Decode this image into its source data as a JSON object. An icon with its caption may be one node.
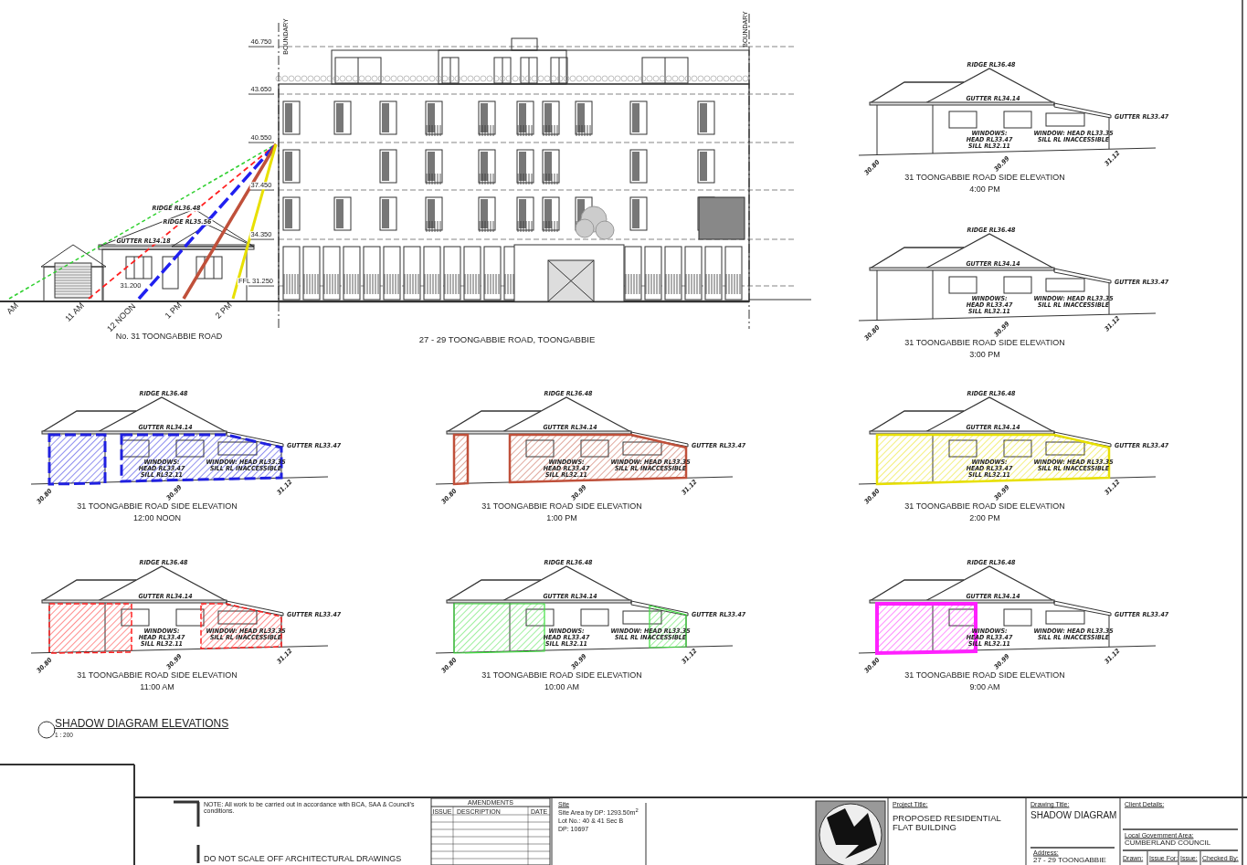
{
  "diagram": {
    "title": "SHADOW DIAGRAM ELEVATIONS",
    "labels": [
      "BOUNDARY",
      "BOUNDARY",
      "46.750",
      "43.650",
      "40.550",
      "37.450",
      "34.350",
      "FFL 31.250",
      "RIDGE RL36.48",
      "RIDGE RL35.56",
      "GUTTER RL34.18",
      "31.200",
      "AM",
      "11 AM",
      "12 NOON",
      "1 PM",
      "2 PM",
      "No. 31 TOONGABBIE ROAD",
      "27 - 29 TOONGABBIE ROAD, TOONGABBIE",
      "RIDGE RL36.48",
      "GUTTER RL34.14",
      "GUTTER RL33.47",
      "WINDOWS: HEAD RL33.47 SILL RL32.11",
      "WINDOW: HEAD RL33.35 SILL RL INACCESSIBLE",
      "30.80",
      "30.99",
      "31.12",
      "31 TOONGABBIE ROAD SIDE ELEVATION",
      "4:00 PM",
      "RIDGE RL36.48",
      "GUTTER RL34.14",
      "GUTTER RL33.47",
      "WINDOWS: HEAD RL33.47 SILL RL32.11",
      "WINDOW: HEAD RL33.35 SILL RL INACCESSIBLE",
      "30.80",
      "30.99",
      "31.12",
      "31 TOONGABBIE ROAD SIDE ELEVATION",
      "3:00 PM",
      "RIDGE RL36.48",
      "GUTTER RL34.14",
      "GUTTER RL33.47",
      "WINDOWS: HEAD RL33.47 SILL RL32.11",
      "WINDOW: HEAD RL33.35 SILL RL INACCESSIBLE",
      "30.80",
      "30.99",
      "31.12",
      "31 TOONGABBIE ROAD SIDE ELEVATION",
      "12:00 NOON",
      "RIDGE RL36.48",
      "GUTTER RL34.14",
      "GUTTER RL33.47",
      "WINDOWS: HEAD RL33.47 SILL RL32.11",
      "WINDOW: HEAD RL33.35 SILL RL INACCESSIBLE",
      "30.80",
      "30.99",
      "31.12",
      "31 TOONGABBIE ROAD SIDE ELEVATION",
      "1:00 PM",
      "RIDGE RL36.48",
      "GUTTER RL34.14",
      "GUTTER RL33.47",
      "WINDOWS: HEAD RL33.47 SILL RL32.11",
      "WINDOW: HEAD RL33.35 SILL RL INACCESSIBLE",
      "30.80",
      "30.99",
      "31.12",
      "31 TOONGABBIE ROAD SIDE ELEVATION",
      "2:00 PM",
      "RIDGE RL36.48",
      "GUTTER RL34.14",
      "GUTTER RL33.47",
      "WINDOWS: HEAD RL33.47 SILL RL32.11",
      "WINDOW: HEAD RL33.35 SILL RL INACCESSIBLE",
      "30.80",
      "30.99",
      "31.12",
      "31 TOONGABBIE ROAD SIDE ELEVATION",
      "11:00 AM",
      "RIDGE RL36.48",
      "GUTTER RL34.14",
      "GUTTER RL33.47",
      "WINDOWS: HEAD RL33.47 SILL RL32.11",
      "WINDOW: HEAD RL33.35 SILL RL INACCESSIBLE",
      "30.80",
      "30.99",
      "31.12",
      "31 TOONGABBIE ROAD SIDE ELEVATION",
      "10:00 AM",
      "RIDGE RL36.48",
      "GUTTER RL34.14",
      "GUTTER RL33.47",
      "WINDOWS: HEAD RL33.47 SILL RL32.11",
      "WINDOW: HEAD RL33.35 SILL RL INACCESSIBLE",
      "30.80",
      "30.99",
      "31.12",
      "31 TOONGABBIE ROAD SIDE ELEVATION",
      "9:00 AM",
      "1 : 200",
      "NOTE: All work to be carried out in accordance with BCA, SAA & Council's conditions.",
      "DO NOT SCALE OFF ARCHITECTURAL DRAWINGS",
      "AMENDMENTS",
      "ISSUE",
      "DESCRIPTION",
      "DATE",
      "Site",
      "Site Area by DP: 1293.50m$^{2}$",
      "Lot No.: 40 & 41 Sec B",
      "DP: 10697",
      "Project Title:",
      "PROPOSED RESIDENTIAL FLAT BUILDING",
      "Drawing Title:",
      "SHADOW DIAGRAM",
      "Address:",
      "27 - 29 TOONGABBIE",
      "Client Details:",
      "Local Government Area:",
      "CUMBERLAND COUNCIL",
      "Drawn:",
      "Issue For:",
      "Issue:",
      "Checked By:"
    ]
  }
}
